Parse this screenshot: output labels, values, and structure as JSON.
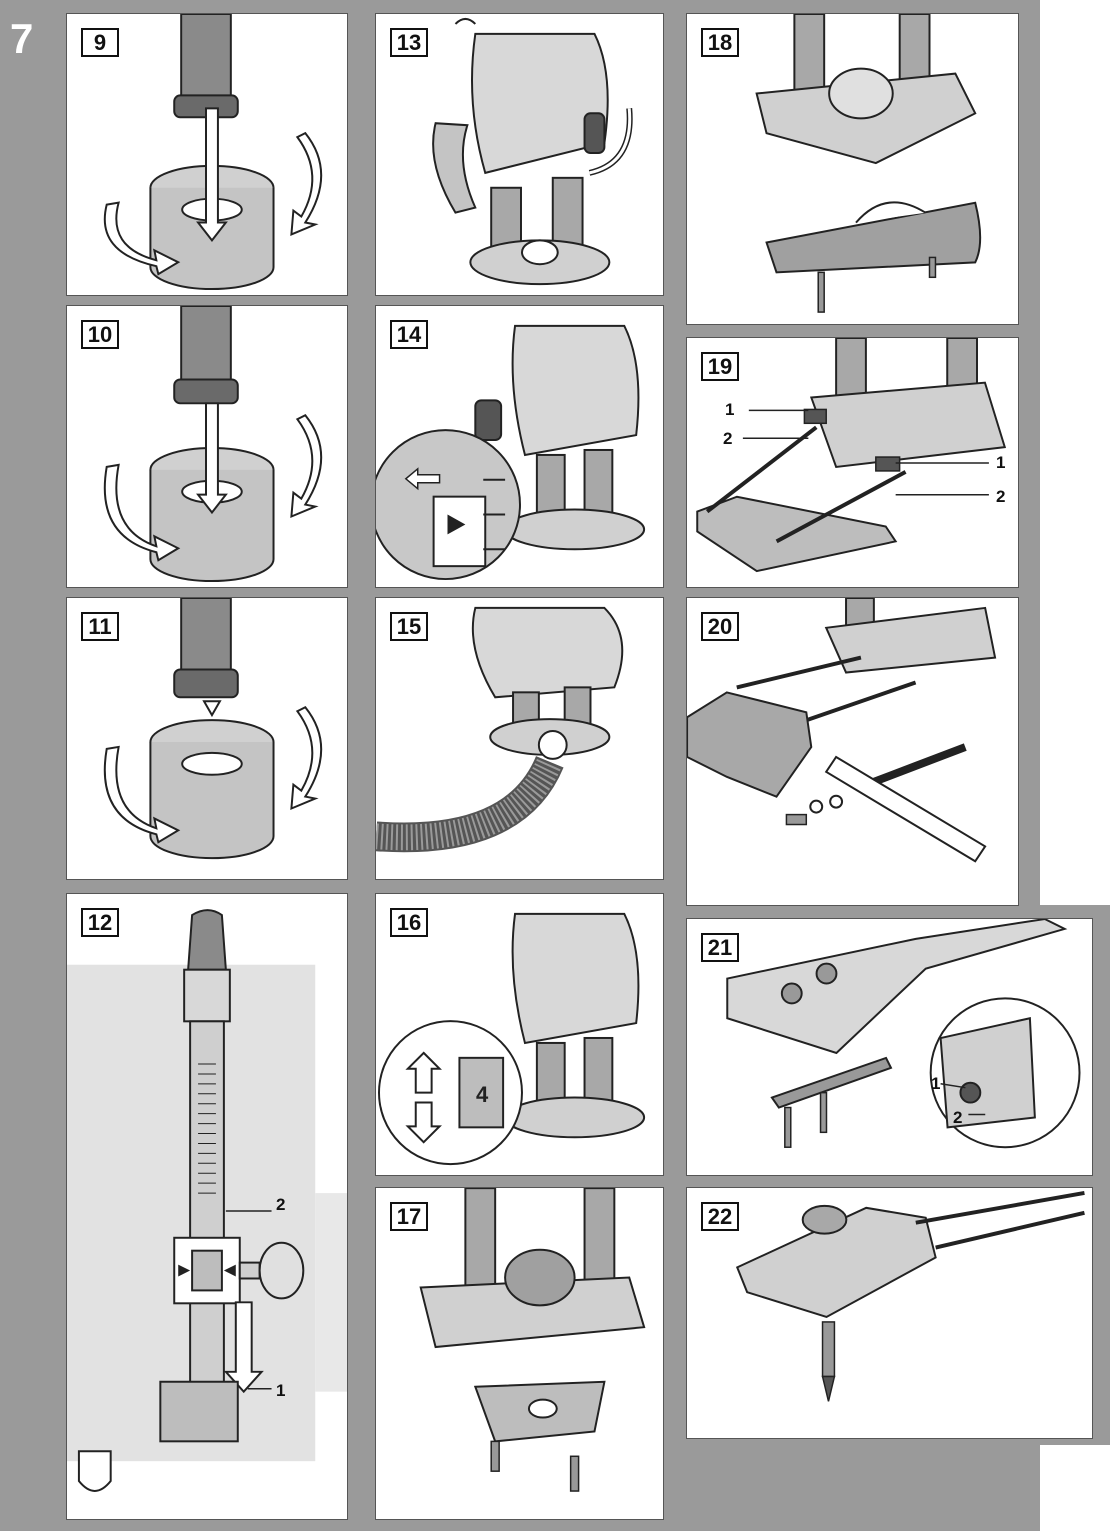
{
  "page": {
    "number": "7"
  },
  "colors": {
    "background": "#9a9a9a",
    "panel": "#ffffff",
    "shade": "#bdbdbd",
    "dark": "#555555",
    "line": "#222222"
  },
  "figures": [
    {
      "id": "9",
      "subject": "collet nut on depth stop"
    },
    {
      "id": "10",
      "subject": "collet nut on depth stop"
    },
    {
      "id": "11",
      "subject": "collet nut on depth stop"
    },
    {
      "id": "12",
      "subject": "depth stop scale",
      "callouts": [
        "2",
        "1"
      ]
    },
    {
      "id": "13",
      "subject": "plunge lock lever"
    },
    {
      "id": "14",
      "subject": "on/off switch"
    },
    {
      "id": "15",
      "subject": "dust extraction hose"
    },
    {
      "id": "16",
      "subject": "speed preselection wheel",
      "wheel_value": "4"
    },
    {
      "id": "17",
      "subject": "base plate insert"
    },
    {
      "id": "18",
      "subject": "router base plate"
    },
    {
      "id": "19",
      "subject": "parallel guide",
      "callouts": [
        "1",
        "2",
        "1",
        "2"
      ]
    },
    {
      "id": "20",
      "subject": "guide rods and wrench"
    },
    {
      "id": "21",
      "subject": "fine adjustment",
      "callouts": [
        "1",
        "2"
      ]
    },
    {
      "id": "22",
      "subject": "circle cutting guide"
    }
  ]
}
